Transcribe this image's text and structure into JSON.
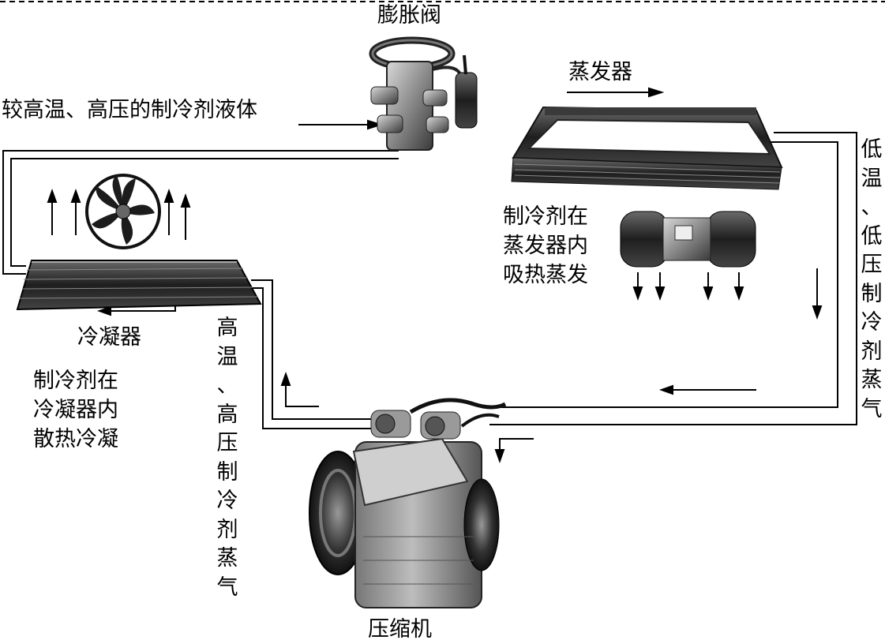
{
  "labels": {
    "expansion_valve": "膨胀阀",
    "evaporator": "蒸发器",
    "condenser": "冷凝器",
    "compressor": "压缩机",
    "liquid_refrigerant": "较高温、高压的制冷剂液体",
    "evaporator_note": "制冷剂在\n蒸发器内\n吸热蒸发",
    "condenser_note": "制冷剂在\n冷凝器内\n散热冷凝",
    "low_vapor_vertical": "低\n温\n、\n低\n压\n制\n冷\n剂\n蒸\n气",
    "high_vapor_vertical": "高\n温\n、\n高\n压\n制\n冷\n剂\n蒸\n气"
  }
}
